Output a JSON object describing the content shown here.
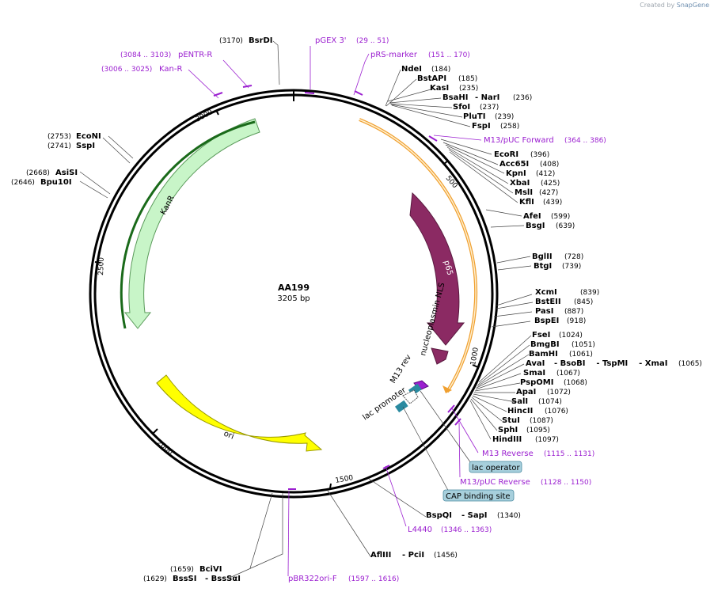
{
  "credit": {
    "prefix": "Created by",
    "brand": "SnapGene"
  },
  "plasmid": {
    "name": "AA199",
    "length": "3205 bp"
  },
  "ticks": [
    "500",
    "1000",
    "1500",
    "2000",
    "2500",
    "3000"
  ],
  "sites": [
    {
      "name": "BsrDI",
      "pos": "(3170)"
    },
    {
      "name": "NdeI",
      "pos": "(184)"
    },
    {
      "name": "BstAPI",
      "pos": "(185)"
    },
    {
      "name": "KasI",
      "pos": "(235)"
    },
    {
      "name": "BsaHI",
      "extra": "- NarI",
      "pos": "(236)"
    },
    {
      "name": "SfoI",
      "pos": "(237)"
    },
    {
      "name": "PluTI",
      "pos": "(239)"
    },
    {
      "name": "FspI",
      "pos": "(258)"
    },
    {
      "name": "EcoRI",
      "pos": "(396)"
    },
    {
      "name": "Acc65I",
      "pos": "(408)"
    },
    {
      "name": "KpnI",
      "pos": "(412)"
    },
    {
      "name": "XbaI",
      "pos": "(425)"
    },
    {
      "name": "MslI",
      "pos": "(427)"
    },
    {
      "name": "KflI",
      "pos": "(439)"
    },
    {
      "name": "AfeI",
      "pos": "(599)"
    },
    {
      "name": "BsgI",
      "pos": "(639)"
    },
    {
      "name": "BglII",
      "pos": "(728)"
    },
    {
      "name": "BtgI",
      "pos": "(739)"
    },
    {
      "name": "XcmI",
      "pos": "(839)"
    },
    {
      "name": "BstEII",
      "pos": "(845)"
    },
    {
      "name": "PasI",
      "pos": "(887)"
    },
    {
      "name": "BspEI",
      "pos": "(918)"
    },
    {
      "name": "FseI",
      "pos": "(1024)"
    },
    {
      "name": "BmgBI",
      "pos": "(1051)"
    },
    {
      "name": "BamHI",
      "pos": "(1061)"
    },
    {
      "name": "AvaI",
      "extra": "- BsoBI    - TspMI    - XmaI",
      "pos": "(1065)"
    },
    {
      "name": "SmaI",
      "pos": "(1067)"
    },
    {
      "name": "PspOMI",
      "pos": "(1068)"
    },
    {
      "name": "ApaI",
      "pos": "(1072)"
    },
    {
      "name": "SalI",
      "pos": "(1074)"
    },
    {
      "name": "HincII",
      "pos": "(1076)"
    },
    {
      "name": "StuI",
      "pos": "(1087)"
    },
    {
      "name": "SphI",
      "pos": "(1095)"
    },
    {
      "name": "HindIII",
      "pos": "(1097)"
    },
    {
      "name": "BspQI",
      "extra": "- SapI",
      "pos": "(1340)"
    },
    {
      "name": "AflIII",
      "extra": "- PciI",
      "pos": "(1456)"
    },
    {
      "name": "BciVI",
      "pos": "(1659)"
    },
    {
      "name": "BssSI",
      "extra": "- BssSαI",
      "pos": "(1629)"
    },
    {
      "name": "EcoNI",
      "pos": "(2753)"
    },
    {
      "name": "SspI",
      "pos": "(2741)"
    },
    {
      "name": "AsiSI",
      "pos": "(2668)"
    },
    {
      "name": "Bpu10I",
      "pos": "(2646)"
    }
  ],
  "primers": [
    {
      "name": "pGEX 3'",
      "pos": "(29 .. 51)"
    },
    {
      "name": "pRS-marker",
      "pos": "(151 .. 170)"
    },
    {
      "name": "pENTR-R",
      "pos": "(3084 .. 3103)"
    },
    {
      "name": "Kan-R",
      "pos": "(3006 .. 3025)"
    },
    {
      "name": "M13/pUC Forward",
      "pos": "(364 .. 386)"
    },
    {
      "name": "M13 Reverse",
      "pos": "(1115 .. 1131)"
    },
    {
      "name": "M13/pUC Reverse",
      "pos": "(1128 .. 1150)"
    },
    {
      "name": "L4440",
      "pos": "(1346 .. 1363)"
    },
    {
      "name": "pBR322ori-F",
      "pos": "(1597 .. 1616)"
    }
  ],
  "boxes": [
    {
      "name": "lac operator"
    },
    {
      "name": "CAP binding site"
    }
  ],
  "features": [
    {
      "name": "p65",
      "color": "#8b2a63"
    },
    {
      "name": "nucleoplasmin NLS",
      "color": "#8b2a63"
    },
    {
      "name": "KanR",
      "color": "#c8f5c8"
    },
    {
      "name": "ori",
      "color": "#ffff00"
    },
    {
      "name": "M13 rev",
      "color": "#9b1fd0"
    },
    {
      "name": "lac promoter",
      "color": "#ffffff"
    }
  ],
  "colors": {
    "primer": "#9b1fd0",
    "insert_outline": "#f0a030",
    "box_fill": "#a7cfdc"
  }
}
